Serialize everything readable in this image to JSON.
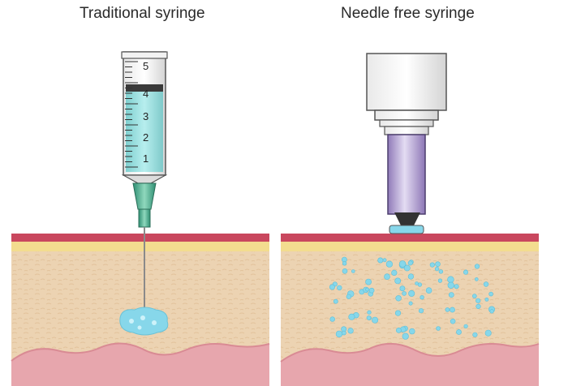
{
  "panels": [
    {
      "title": "Traditional syringe"
    },
    {
      "title": "Needle free syringe"
    }
  ],
  "syringe_scale": [
    "5",
    "4",
    "3",
    "2",
    "1"
  ],
  "colors": {
    "epidermis": "#c9475e",
    "skin_top": "#f3dc8f",
    "dermis": "#ecd3b2",
    "muscle": "#e7a6ad",
    "liquid": "#9fe0e0",
    "hub": "#4cae90",
    "injector_body": "#b9a3d6",
    "droplet": "#87d7ea"
  }
}
